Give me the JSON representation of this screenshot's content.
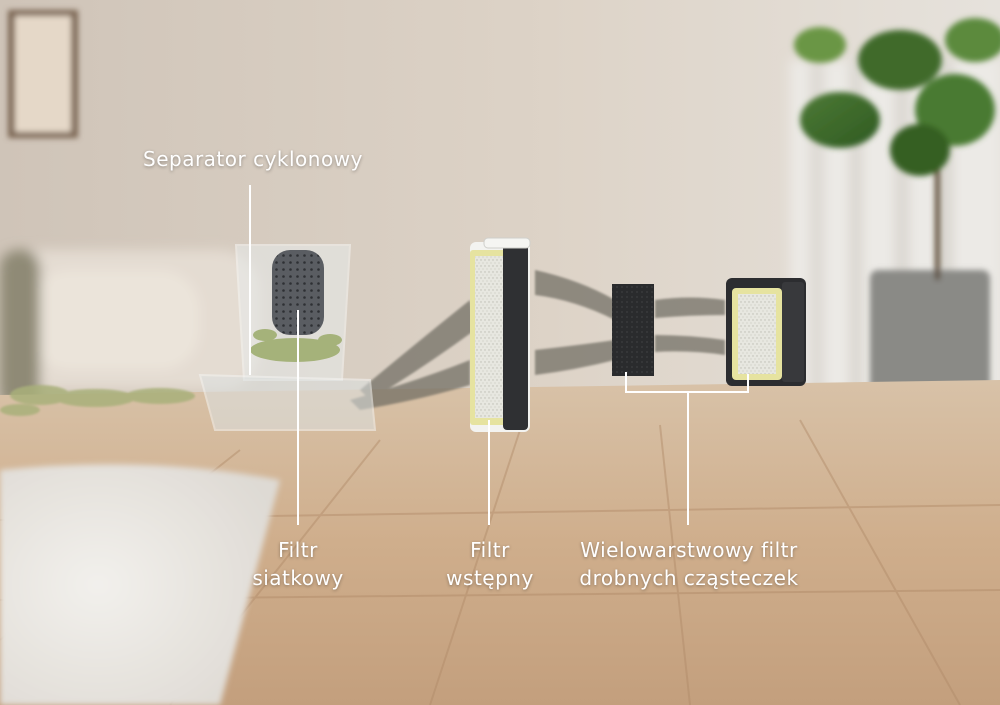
{
  "labels": {
    "cyclone_separator": "Separator cyklonowy",
    "mesh_filter": [
      "Filtr",
      "siatkowy"
    ],
    "pre_filter": [
      "Filtr",
      "wstępny"
    ],
    "fine_particle_filter": [
      "Wielowarstwowy filtr",
      "drobnych cząsteczek"
    ]
  },
  "colors": {
    "label_text": "#ffffff",
    "pointer_line": "#ffffff",
    "wall": "#d9cec2",
    "floor": "#c9a785",
    "filter_yellow": "#e6e3a0"
  }
}
